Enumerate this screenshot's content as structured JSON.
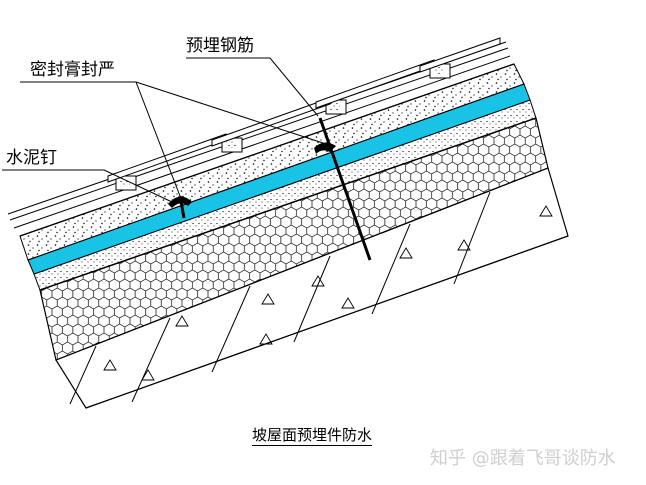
{
  "labels": {
    "sealant": "密封膏封严",
    "embedded_rebar": "预埋钢筋",
    "cement_nail": "水泥钉"
  },
  "caption": "坡屋面预埋件防水",
  "watermark": "知乎 @跟着飞哥谈防水",
  "colors": {
    "waterproof_membrane": "#19c3e6",
    "line": "#000000",
    "watermark": "#cfcfcf"
  }
}
